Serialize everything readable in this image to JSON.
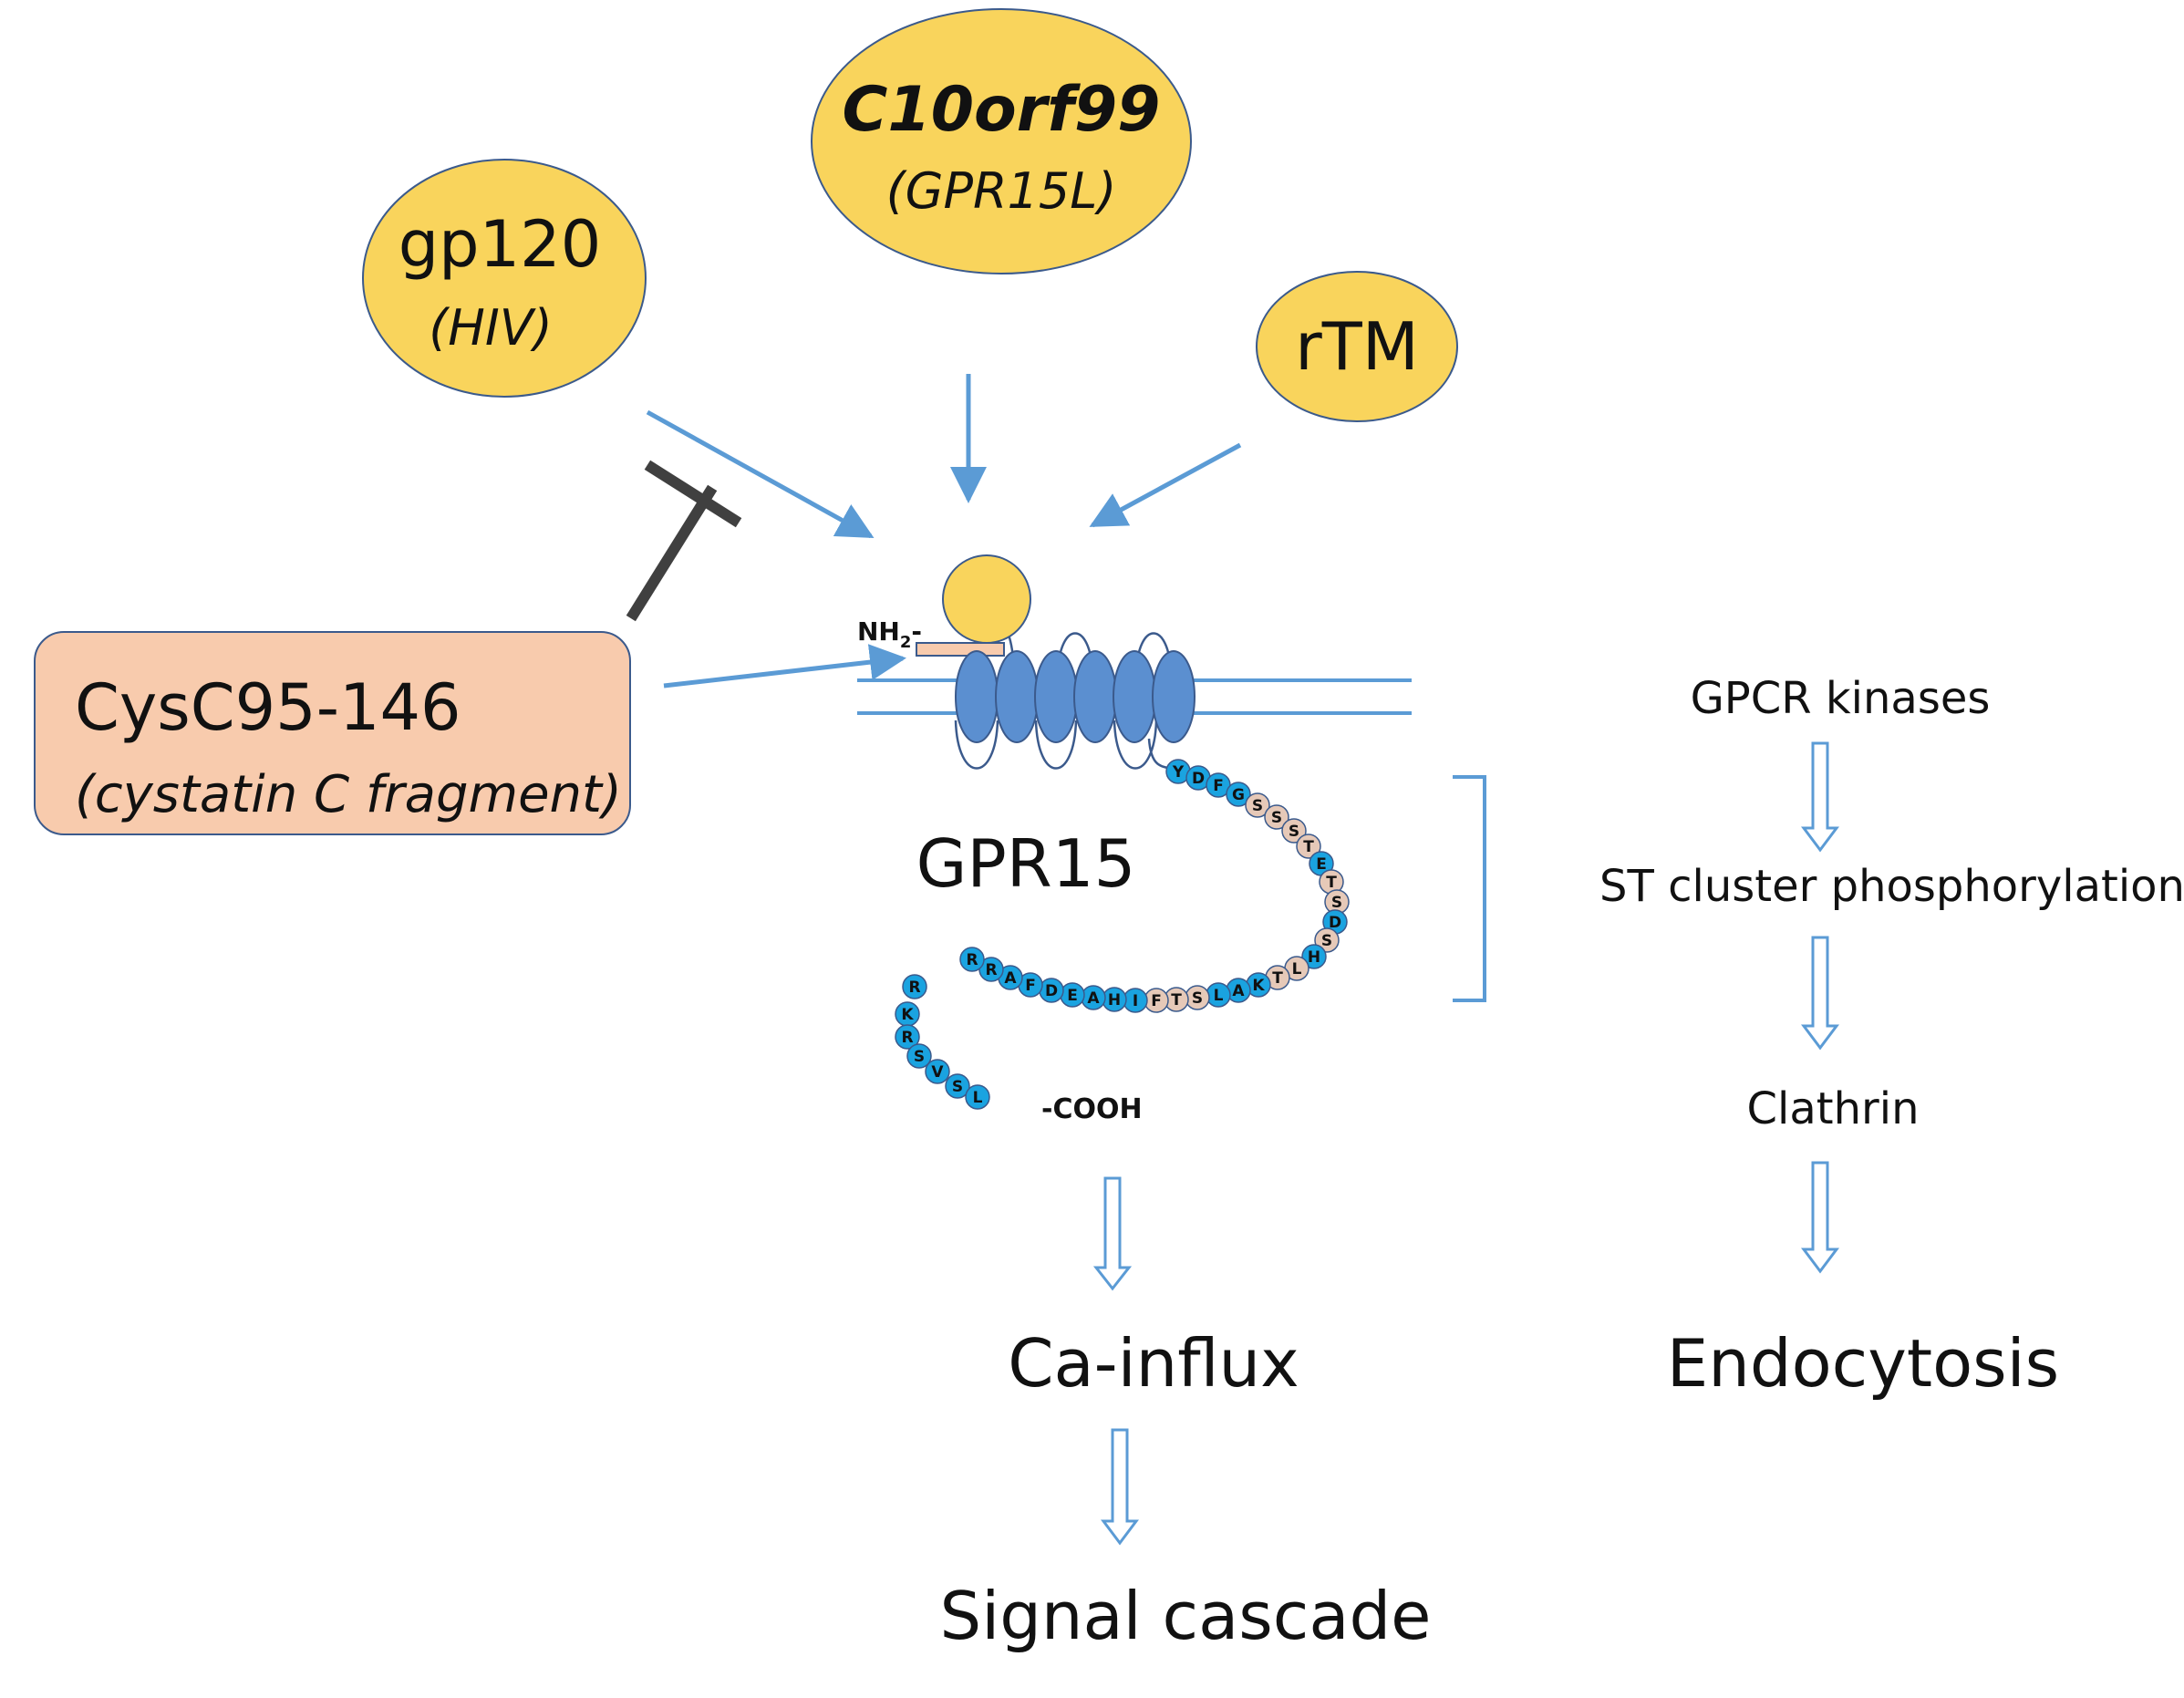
{
  "ligands": {
    "c10orf99": {
      "name": "C10orf99",
      "sub": "(GPR15L)"
    },
    "gp120": {
      "name": "gp120",
      "sub": "(HIV)"
    },
    "rtm": {
      "name": "rTM"
    }
  },
  "cysc": {
    "name": "CysC95-146",
    "sub": "(cystatin C fragment)"
  },
  "receptor": {
    "name": "GPR15",
    "n_terminus": "NH",
    "n_terminus_sub": "2",
    "n_terminus_dash": "-",
    "c_terminus": "-COOH",
    "tail_residues": [
      "Y",
      "D",
      "F",
      "G",
      "S",
      "S",
      "S",
      "T",
      "E",
      "T",
      "S",
      "D",
      "S",
      "H",
      "L",
      "T",
      "K",
      "A",
      "L",
      "S",
      "T",
      "F",
      "I",
      "H",
      "A",
      "E",
      "D",
      "F",
      "A",
      "R",
      "R",
      "R",
      "K",
      "R",
      "S",
      "V",
      "S",
      "L"
    ],
    "phospho_sites": [
      4,
      5,
      6,
      7,
      9,
      10,
      12,
      14,
      15,
      19,
      20,
      21
    ]
  },
  "pathway_signal": {
    "step1": "Ca-influx",
    "step2": "Signal cascade"
  },
  "pathway_endocytosis": {
    "step1": "GPCR kinases",
    "step2": "ST cluster phosphorylation",
    "step3": "Clathrin",
    "step4": "Endocytosis"
  },
  "colors": {
    "ligand_fill": "#f9d45c",
    "ligand_stroke": "#3b5a8c",
    "cysc_fill": "#f8cbad",
    "arrow": "#5b9bd5",
    "receptor_fill": "#5b8fd0",
    "residue_blue": "#1aa3e0",
    "residue_phospho": "#e6c9b8",
    "inhibit": "#404040"
  }
}
